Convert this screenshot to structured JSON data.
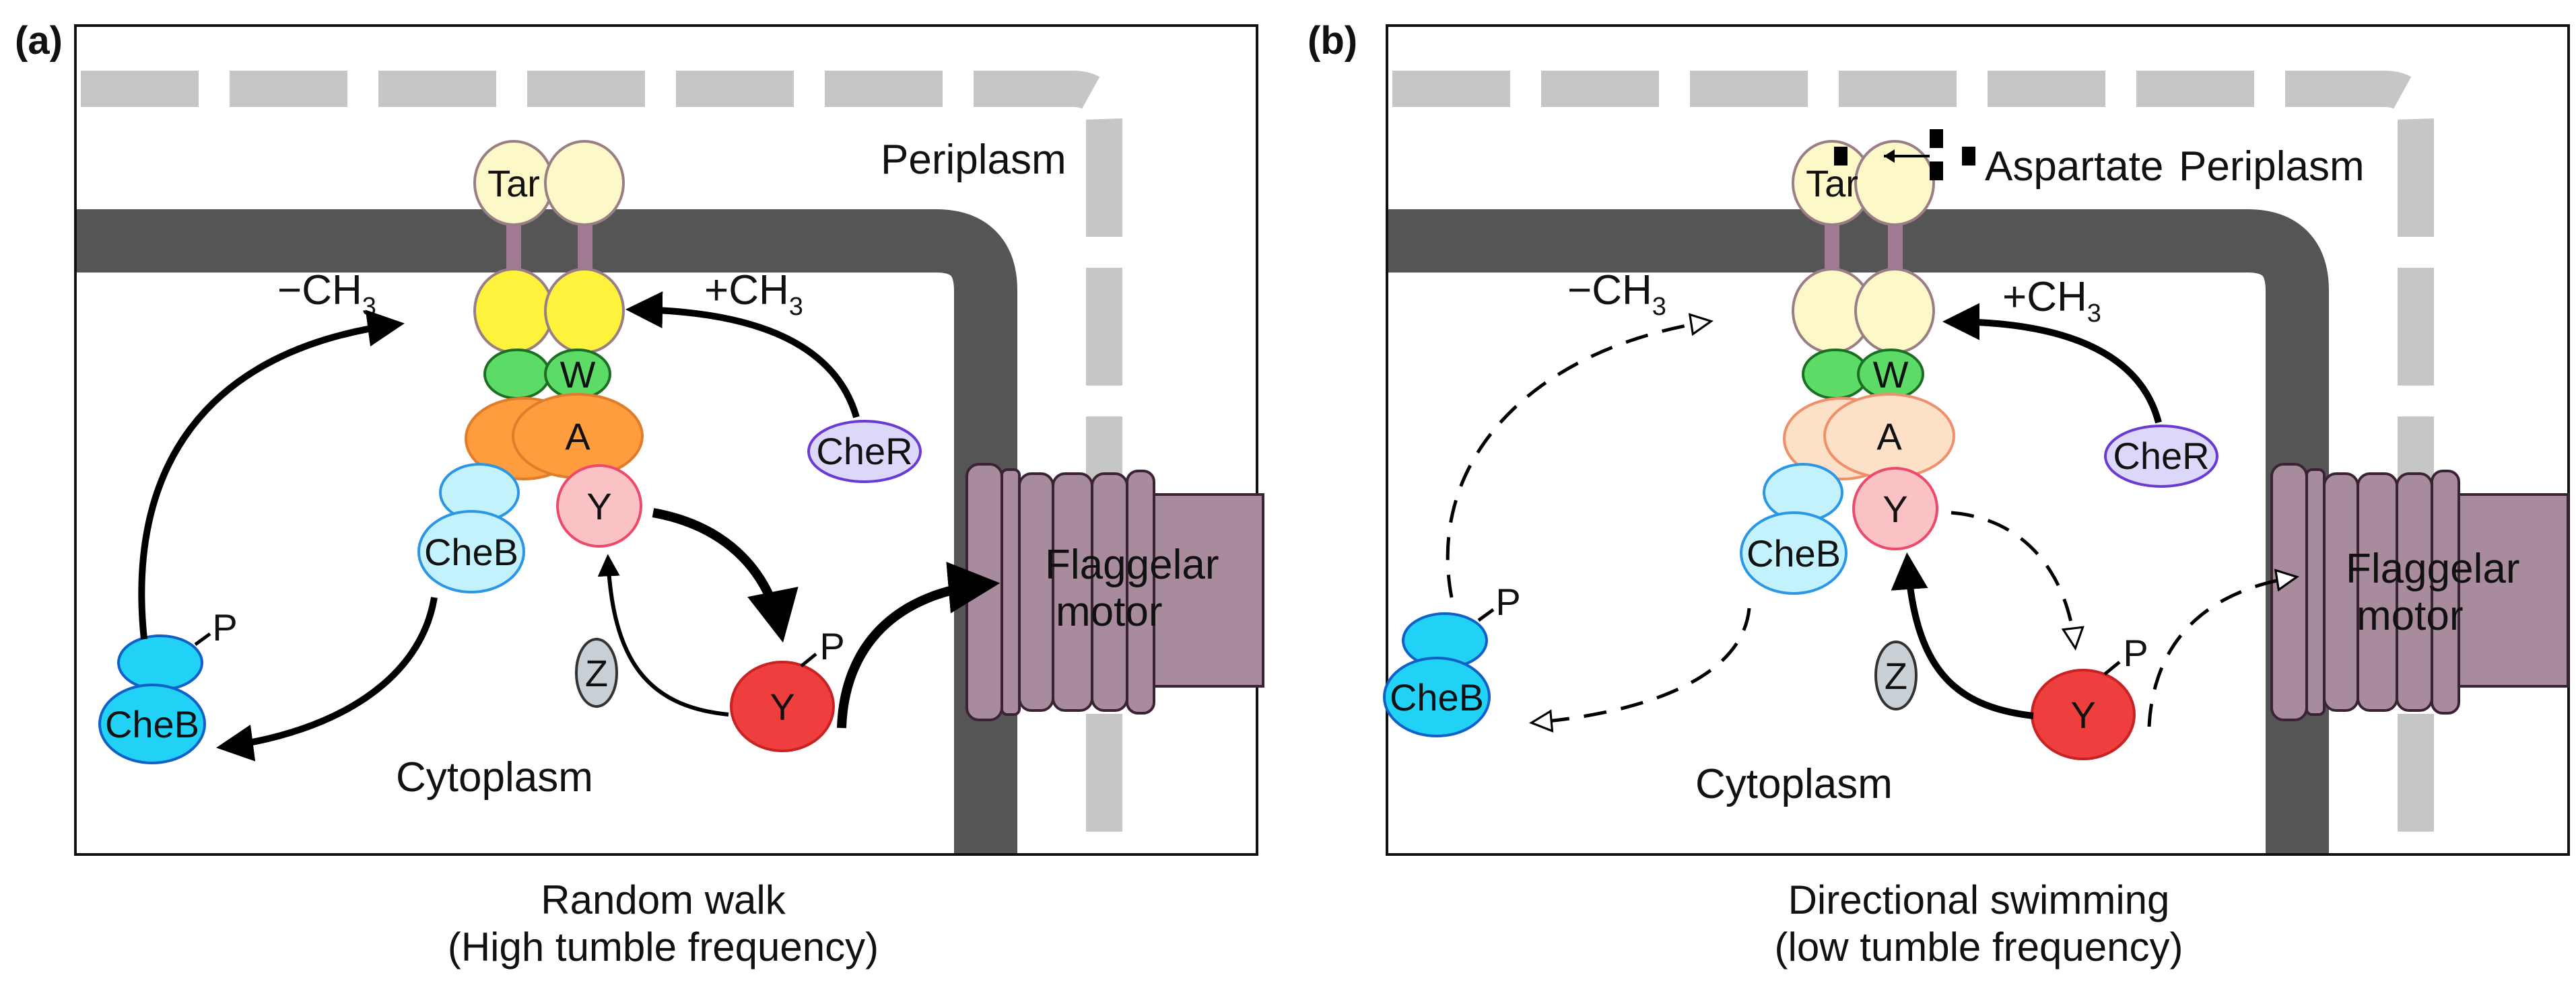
{
  "panels": [
    {
      "letter": "(a)",
      "state": "random",
      "labels": {
        "periplasm": "Periplasm",
        "cytoplasm": "Cytoplasm",
        "tar": "Tar",
        "w": "W",
        "a": "A",
        "y": "Y",
        "yp": "Y",
        "p_y": "P",
        "cheb": "CheB",
        "chebp": "CheB",
        "p_cheb": "P",
        "cher": "CheR",
        "z": "Z",
        "minus_ch3": "−CH",
        "plus_ch3": "+CH",
        "sub3": "3",
        "motor1": "Flaggelar",
        "motor2": "motor"
      },
      "caption": [
        "Random walk",
        "(High tumble frequency)"
      ]
    },
    {
      "letter": "(b)",
      "state": "directional",
      "labels": {
        "periplasm": "Periplasm",
        "cytoplasm": "Cytoplasm",
        "tar": "Tar",
        "w": "W",
        "a": "A",
        "y": "Y",
        "yp": "Y",
        "p_y": "P",
        "cheb": "CheB",
        "chebp": "CheB",
        "p_cheb": "P",
        "cher": "CheR",
        "z": "Z",
        "minus_ch3": "−CH",
        "plus_ch3": "+CH",
        "sub3": "3",
        "motor1": "Flaggelar",
        "motor2": "motor",
        "aspartate": "Aspartate"
      },
      "caption": [
        "Directional swimming",
        "(low tumble frequency)"
      ]
    }
  ],
  "colors": {
    "outer_membrane": "#c6c6c6",
    "inner_membrane": "#555555",
    "stalk": "#a07a92",
    "tar_receptor": "#fdf8c8",
    "receptor_active": "#fff23d",
    "receptor_inactive": "#fdf8c8",
    "w_green": "#5cdc66",
    "a_active": "#ff9c3e",
    "a_inactive": "#fce0c8",
    "y_pink": "#fbc2c6",
    "y_phos": "#ee3e3e",
    "cheb_light": "#c4f2fc",
    "cheb_cyan": "#22d2f6",
    "cher_lavender": "#dcd8fa",
    "z_grey": "#c8d0d6",
    "motor": "#a88c9e"
  }
}
